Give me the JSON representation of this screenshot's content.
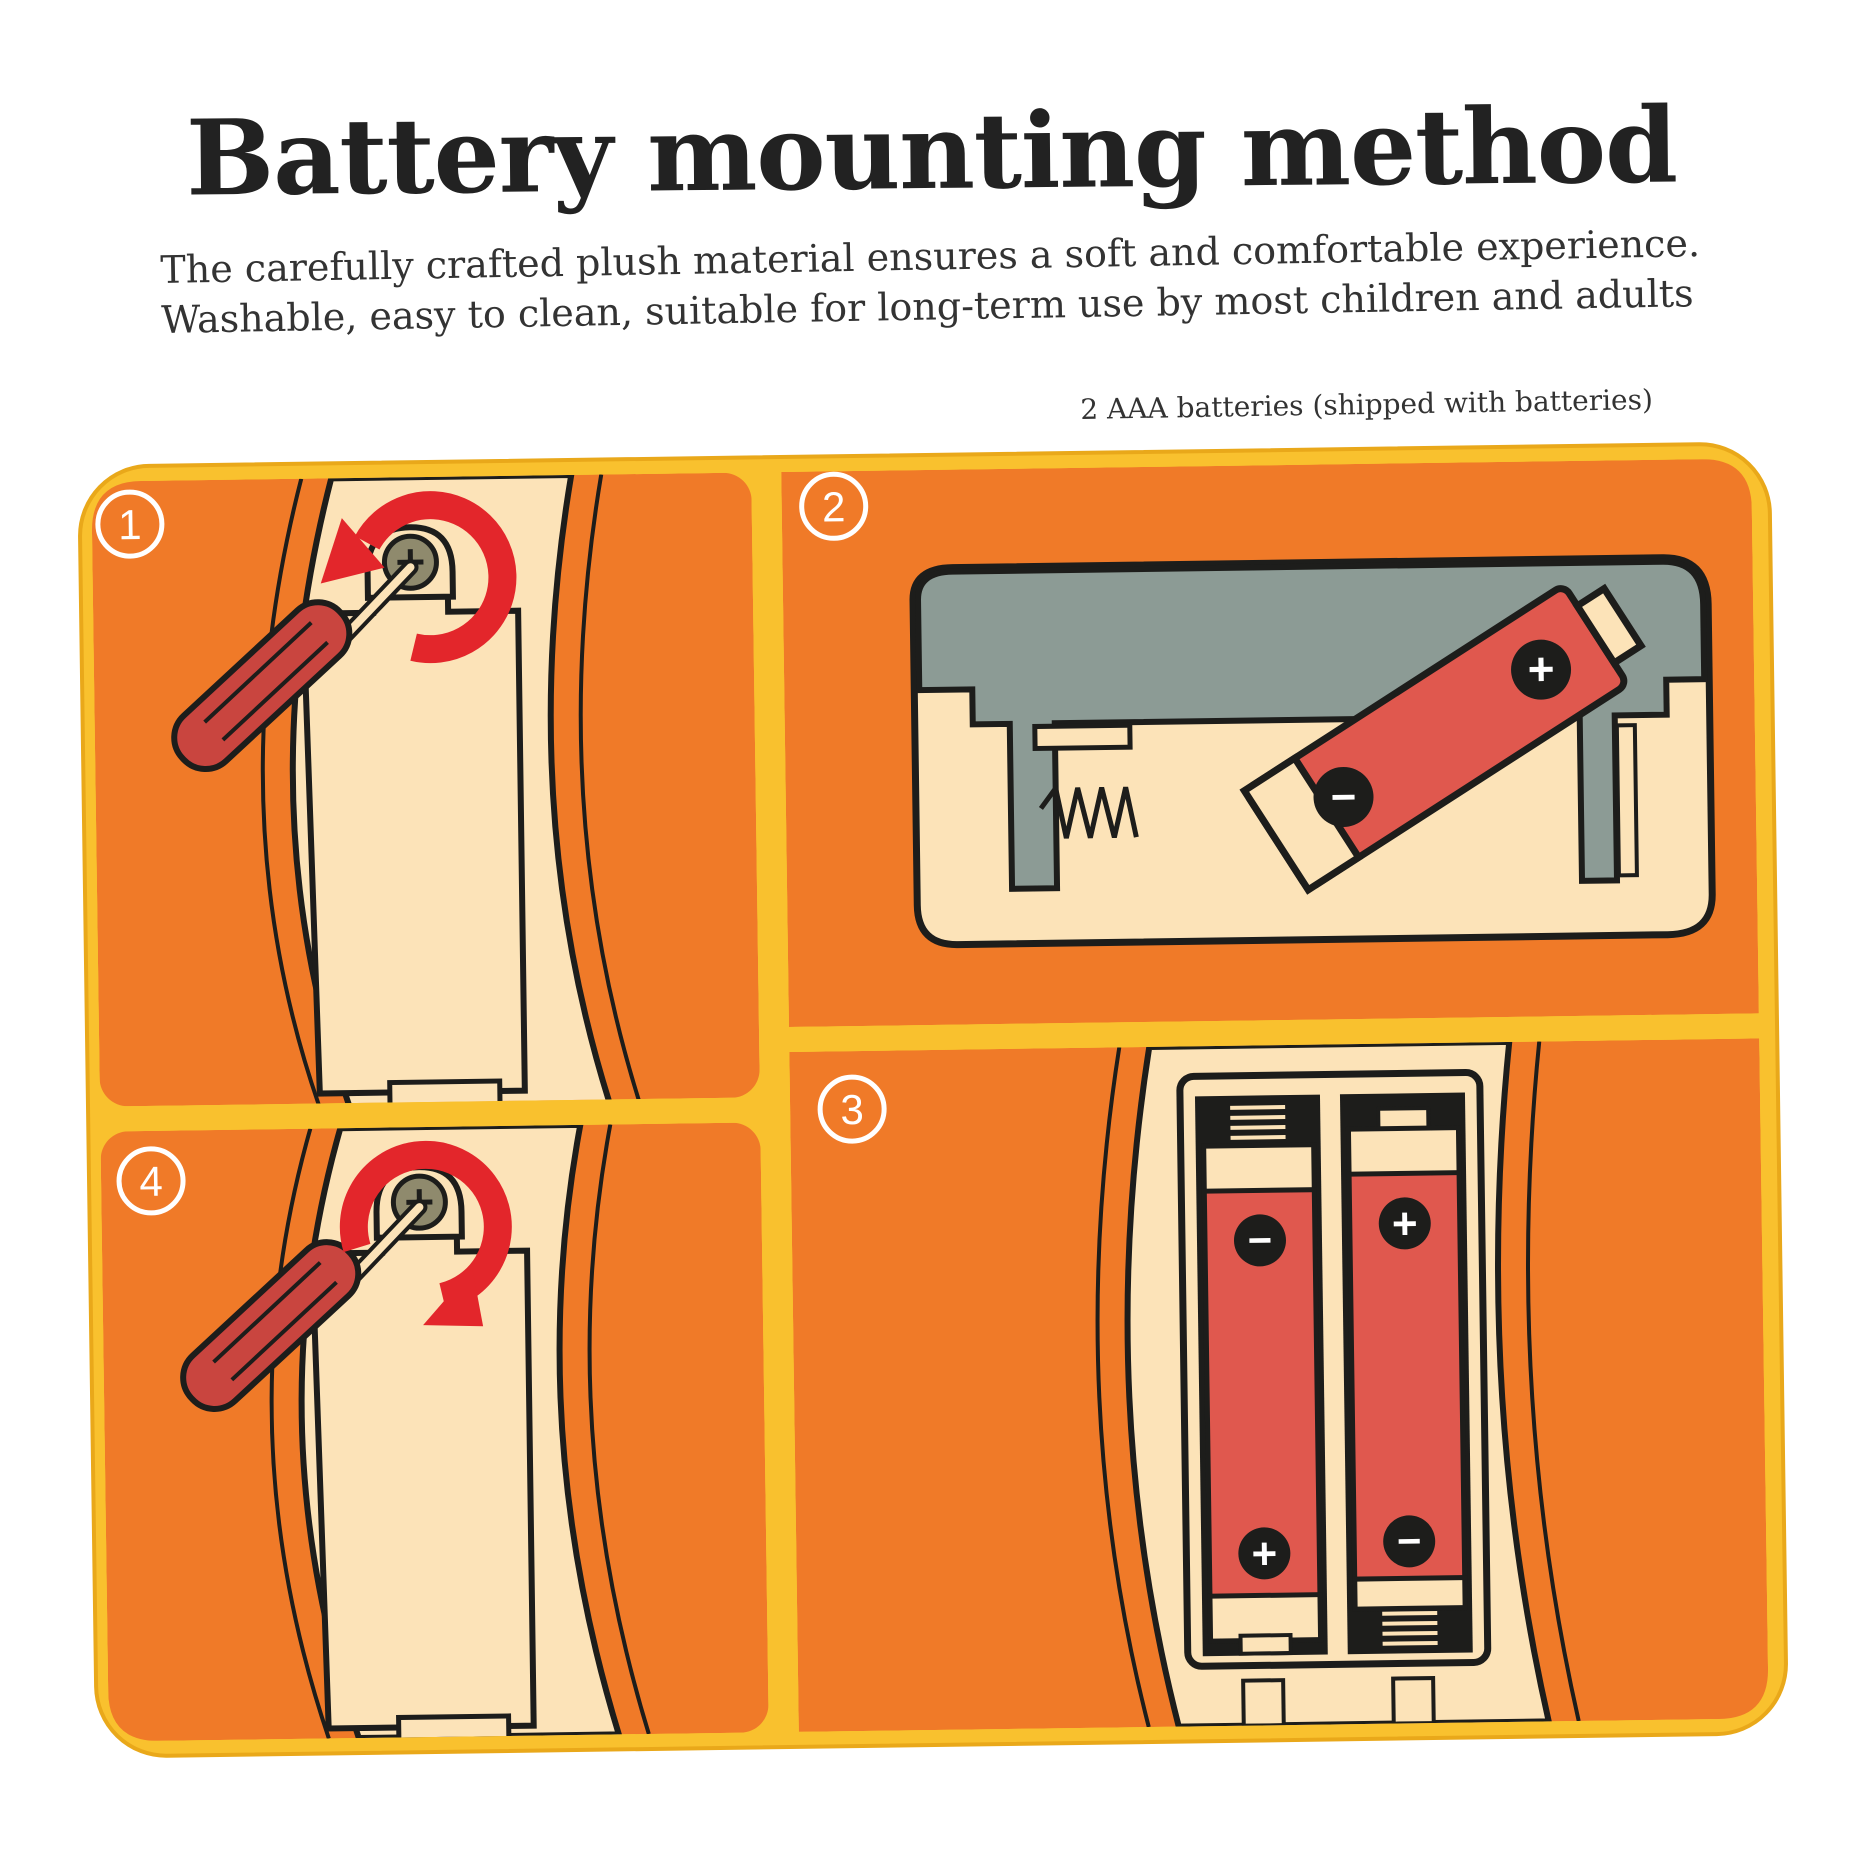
{
  "header": {
    "title": "Battery mounting method",
    "subtitle_line1": "The carefully crafted plush material ensures a soft and comfortable experience.",
    "subtitle_line2": "Washable, easy to clean, suitable for long-term use by most children and adults",
    "note": "2 AAA batteries (shipped with batteries)"
  },
  "steps": [
    {
      "number": "1"
    },
    {
      "number": "2"
    },
    {
      "number": "3"
    },
    {
      "number": "4"
    }
  ],
  "battery_signs": {
    "plus": "+",
    "minus": "−"
  },
  "colors": {
    "background_orange": "#f07a28",
    "frame_yellow": "#f9c12e",
    "panel_cream": "#fce3b8",
    "outline": "#1d1d1b",
    "battery_red": "#e0584e",
    "compartment_gray": "#8c9b95",
    "arrow_red": "#e3262b",
    "screwdriver_red": "#c9453f"
  }
}
